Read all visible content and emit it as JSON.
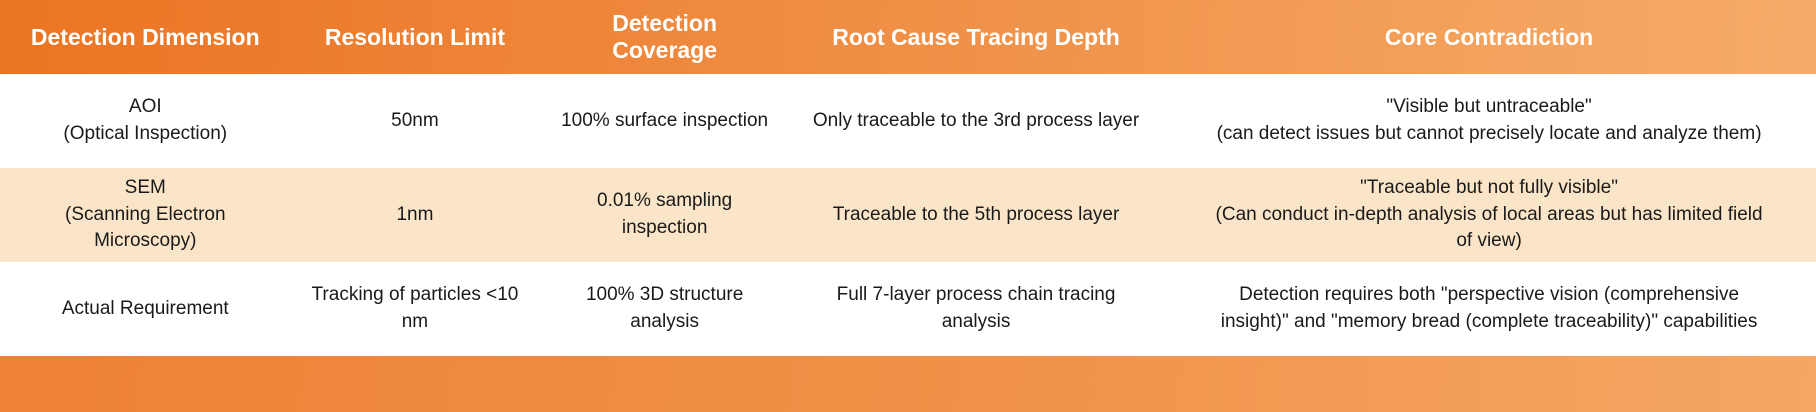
{
  "chart_data": {
    "type": "table",
    "title": "",
    "columns": [
      "Detection Dimension",
      "Resolution Limit",
      "Detection Coverage",
      "Root Cause Tracing Depth",
      "Core Contradiction"
    ],
    "rows": [
      [
        "AOI\n(Optical Inspection)",
        "50nm",
        "100% surface inspection",
        "Only traceable to the 3rd process layer",
        "\"Visible but untraceable\"\n(can detect issues but cannot precisely locate and analyze them)"
      ],
      [
        "SEM\n(Scanning Electron Microscopy)",
        "1nm",
        "0.01% sampling inspection",
        "Traceable to the 5th process layer",
        "\"Traceable but not fully visible\"\n(Can conduct in-depth analysis of local areas but has limited field of view)"
      ],
      [
        "Actual Requirement",
        "Tracking of particles <10 nm",
        "100% 3D structure analysis",
        "Full 7-layer process chain tracing analysis",
        "Detection requires both \"perspective vision (comprehensive insight)\" and \"memory bread (complete traceability)\" capabilities"
      ]
    ],
    "layout": {
      "legend": "none",
      "grid": "off",
      "row_backgrounds": [
        "#ffffff",
        "#fbe5c8",
        "#ffffff"
      ]
    }
  },
  "colors": {
    "header_gradient_start": "#eb7422",
    "header_gradient_end": "#f6ac69",
    "stripe_row_background": "#fbe5c8",
    "footer_bar": "#ed8134",
    "header_text": "#ffffff",
    "body_text": "#1a1a1a"
  }
}
